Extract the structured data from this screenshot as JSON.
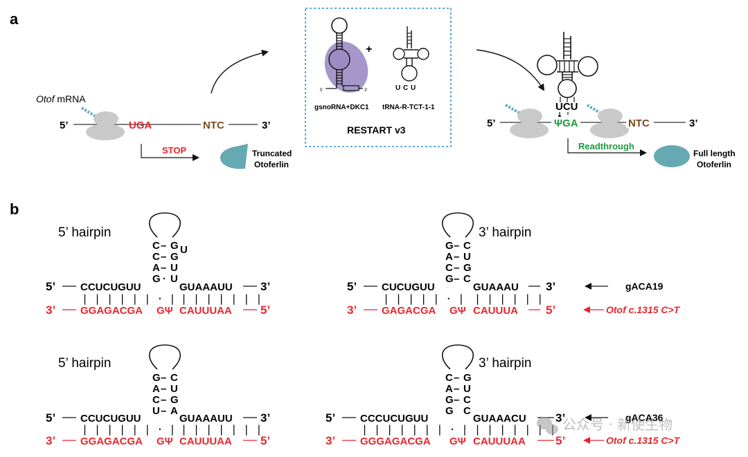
{
  "panels": {
    "a": "a",
    "b": "b"
  },
  "colors": {
    "red": "#e8262b",
    "green": "#1a9a3a",
    "brown": "#7a4a1e",
    "teal": "#66a9b3",
    "purple": "#9b8cc4",
    "gray": "#c9c9c9",
    "frame": "#2a8fc7"
  },
  "panel_a": {
    "left": {
      "mrna_label_italic": "Otof",
      "mrna_label_rest": " mRNA",
      "five": "5’",
      "three": "3’",
      "stop_codon": "UGA",
      "ntc": "NTC",
      "stop": "STOP",
      "product_line1": "Truncated",
      "product_line2": "Otoferlin"
    },
    "box": {
      "plus": "+",
      "snorna_label": "gsnoRNA+DKC1",
      "trna_label": "tRNA-R-TCT-1-1",
      "title": "RESTART v3",
      "snorna_5": "5'",
      "snorna_3": "3'",
      "anticodon": [
        "U",
        "C",
        "U"
      ]
    },
    "right": {
      "five": "5’",
      "three": "3’",
      "anticodon": "UCU",
      "codon": "ΨGA",
      "ntc": "NTC",
      "readthrough": "Readthrough",
      "product_line1": "Full length",
      "product_line2": "Otoferlin"
    }
  },
  "panel_b": {
    "constructs": [
      {
        "title": "5’ hairpin",
        "stem": [
          [
            "C",
            "–",
            "G"
          ],
          [
            "C",
            "–",
            "G"
          ],
          [
            "A",
            "–",
            "U"
          ],
          [
            "G",
            "·",
            "U"
          ]
        ],
        "bulge": "U",
        "top5": "5’",
        "top_left": "CCUCUGUU",
        "top_right": "GUAAAUU",
        "top3": "3’",
        "pairs_left": "| | | | | | · |",
        "pairs_right": "| | | | | | |",
        "bot3": "3’",
        "bot_left": "GGAGACGA",
        "bot_mid": "GΨ",
        "bot_right": "CAUUUAA",
        "bot5": "5’"
      },
      {
        "title": "3’ hairpin",
        "stem": [
          [
            "G",
            "–",
            "C"
          ],
          [
            "A",
            "–",
            "U"
          ],
          [
            "C",
            "–",
            "G"
          ],
          [
            "G",
            "–",
            "C"
          ]
        ],
        "top5": "5’",
        "top_left": "CUCUGUU",
        "top_right": "GUAAAU",
        "top3": "3’",
        "pairs_left": "| | | | | · |",
        "pairs_right": "| | | | | |",
        "bot3": "3’",
        "bot_left": "GAGACGA",
        "bot_mid": "GΨ",
        "bot_right": "CAUUUA",
        "bot5": "5’",
        "arrow_top": "←",
        "guide": "gACA19",
        "arrow_bot": "←",
        "target": "Otof c.1315 C>T"
      },
      {
        "title": "5’ hairpin",
        "stem": [
          [
            "G",
            "–",
            "C"
          ],
          [
            "A",
            "–",
            "U"
          ],
          [
            "C",
            "–",
            "G"
          ],
          [
            "U",
            "–",
            "A"
          ]
        ],
        "top5": "5’",
        "top_left": "CCUCUGUU",
        "top_right": "GUAAAUU",
        "top3": "3’",
        "pairs_left": "| | | | | | · |",
        "pairs_right": "| | | | | | |",
        "bot3": "3’",
        "bot_left": "GGAGACGA",
        "bot_mid": "GΨ",
        "bot_right": "CAUUUAA",
        "bot5": "5’"
      },
      {
        "title": "3’ hairpin",
        "stem": [
          [
            "C",
            "–",
            "G"
          ],
          [
            "A",
            "–",
            "U"
          ],
          [
            "G",
            "–",
            "C"
          ],
          [
            "G",
            "",
            "C"
          ]
        ],
        "top5": "5’",
        "top_left": "CCCUCUGUU",
        "top_right": "GUAAACU",
        "top3": "3’",
        "pairs_left": "| | | | | | | · |",
        "pairs_right": "| | | | | | |",
        "bot3": "3’",
        "bot_left": "GGGAGACGA",
        "bot_mid": "GΨ",
        "bot_right": "CAUUUAA",
        "bot5": "5’",
        "arrow_top": "←",
        "guide": "gACA36",
        "arrow_bot": "←",
        "target": "Otof c.1315 C>T"
      }
    ]
  },
  "watermark": "公众号 · 新使生物"
}
